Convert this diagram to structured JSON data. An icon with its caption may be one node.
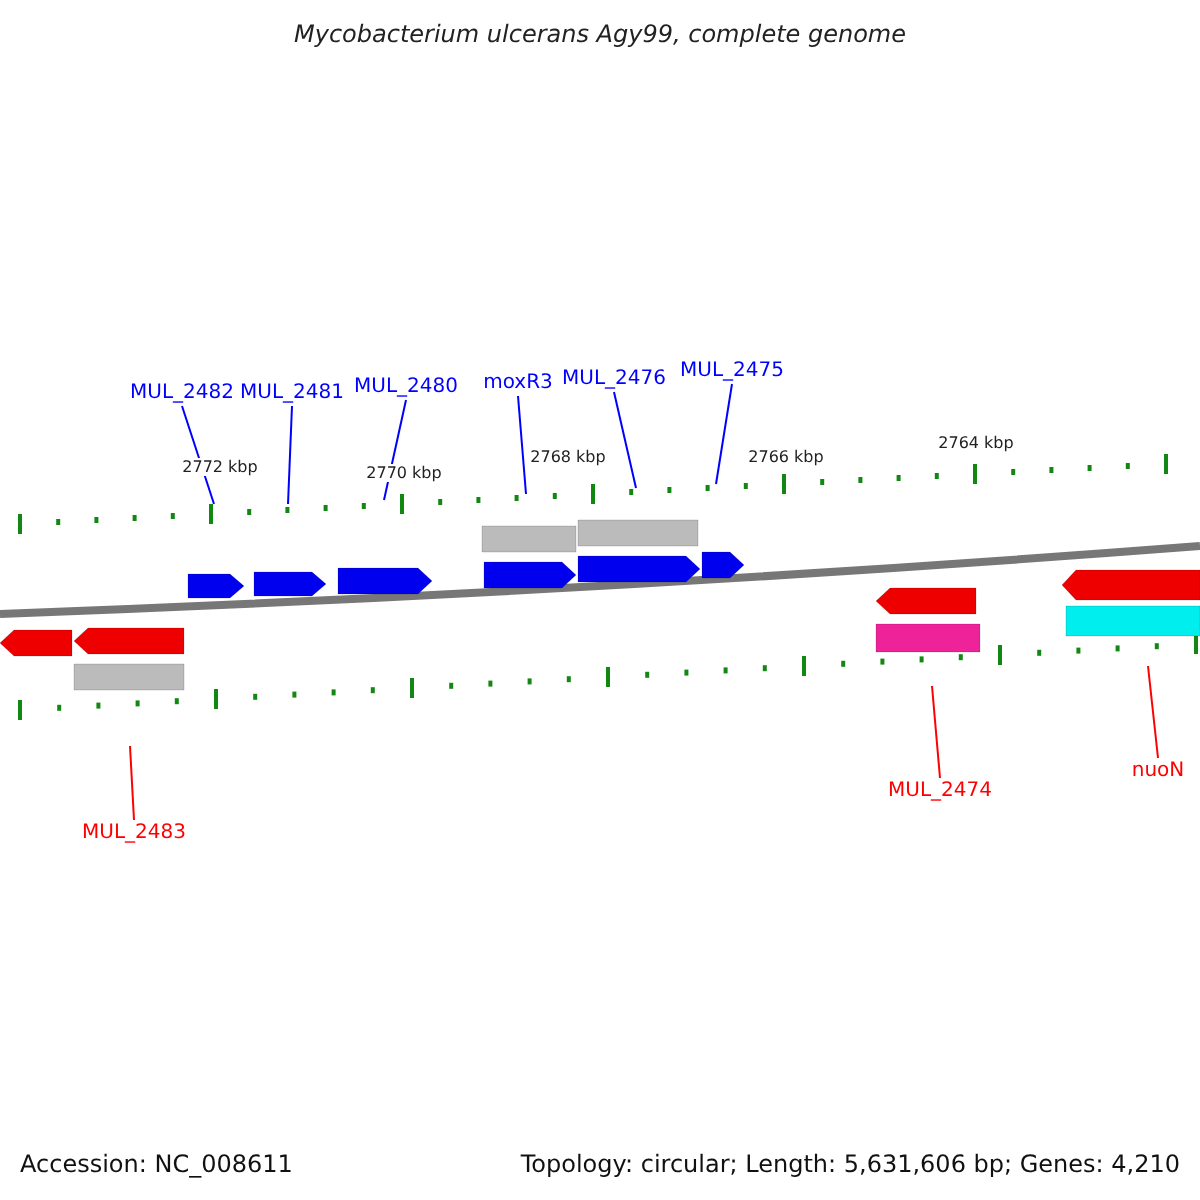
{
  "diagram": {
    "title": "Mycobacterium ulcerans Agy99, complete genome",
    "nodes": [
      {
        "text": [
          "MUL_2482"
        ]
      },
      {
        "text": [
          "MUL_2481"
        ]
      },
      {
        "text": [
          "MUL_2480"
        ]
      },
      {
        "text": [
          "moxR3"
        ]
      },
      {
        "text": [
          "MUL_2476"
        ]
      },
      {
        "text": [
          "MUL_2475"
        ]
      },
      {
        "text": [
          "MUL_2483"
        ]
      },
      {
        "text": [
          "MUL_2474"
        ]
      },
      {
        "text": [
          "nuoN"
        ]
      }
    ],
    "edges": [
      {
        "from": 0,
        "to": null,
        "arrow": "none"
      },
      {
        "from": 1,
        "to": null,
        "arrow": "none"
      },
      {
        "from": 2,
        "to": null,
        "arrow": "none"
      },
      {
        "from": 3,
        "to": null,
        "arrow": "none"
      },
      {
        "from": 4,
        "to": null,
        "arrow": "none"
      },
      {
        "from": 5,
        "to": null,
        "arrow": "none"
      },
      {
        "from": 6,
        "to": null,
        "arrow": "none",
        "color": "#ff0000"
      },
      {
        "from": 7,
        "to": null,
        "arrow": "none",
        "color": "#ff0000"
      },
      {
        "from": 8,
        "to": null,
        "arrow": "none",
        "color": "#ff0000"
      }
    ],
    "labels": [
      "2772 kbp",
      "2770 kbp",
      "2768 kbp",
      "2766 kbp",
      "2764 kbp",
      "Accession: NC_008611",
      "Topology: circular; Length: 5,631,606 bp; Genes: 4,210"
    ]
  }
}
